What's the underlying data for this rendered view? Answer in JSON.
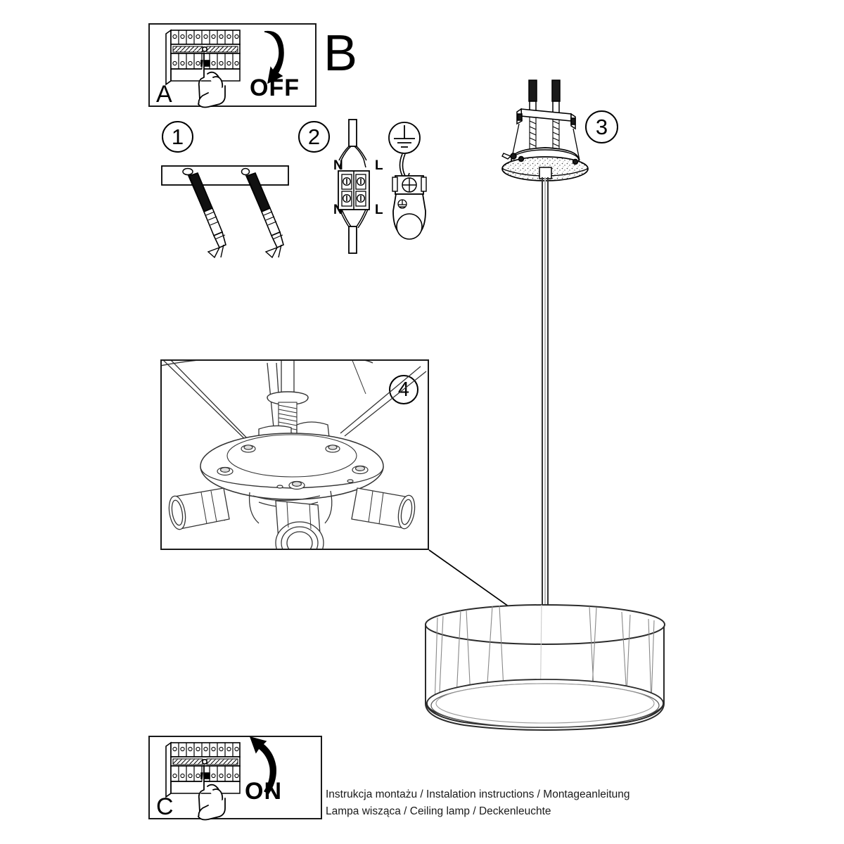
{
  "document": {
    "type": "installation-instruction-sheet",
    "background": "#ffffff",
    "ink": "#000000"
  },
  "panels": {
    "a": {
      "letter": "A",
      "state_word": "OFF",
      "description": "Switch the circuit breaker OFF before installation",
      "icon": "breaker-panel-hand-off"
    },
    "b": {
      "letter": "B",
      "description": "Main installation sequence section label"
    },
    "c": {
      "letter": "C",
      "state_word": "ON",
      "description": "Switch the circuit breaker ON after installation",
      "icon": "breaker-panel-hand-on"
    }
  },
  "steps": [
    {
      "number": "1",
      "title": "Fix mounting bracket to ceiling",
      "icon": "mounting-plate-with-screws-and-plugs"
    },
    {
      "number": "2",
      "title": "Connect wires to terminal block",
      "icon": "terminal-block-wiring",
      "terminals": {
        "top_left": "N",
        "top_right": "L",
        "bottom_left": "N",
        "bottom_right": "L"
      },
      "earth_symbol": "protective-earth-ground"
    },
    {
      "number": "3",
      "title": "Mount the canopy to the bracket",
      "icon": "ceiling-canopy-with-screws"
    },
    {
      "number": "4",
      "title": "Lamp head detail with three E27 sockets",
      "icon": "lamp-head-sockets-detail"
    }
  ],
  "product": {
    "name": "pendant-drum-lamp",
    "parts": [
      "ceiling-canopy",
      "suspension-rod",
      "drum-shade",
      "bottom-diffuser"
    ]
  },
  "caption": {
    "line1": "Instrukcja montażu / Instalation instructions / Montageanleitung",
    "line2": "Lampa wisząca / Ceiling lamp / Deckenleuchte"
  }
}
